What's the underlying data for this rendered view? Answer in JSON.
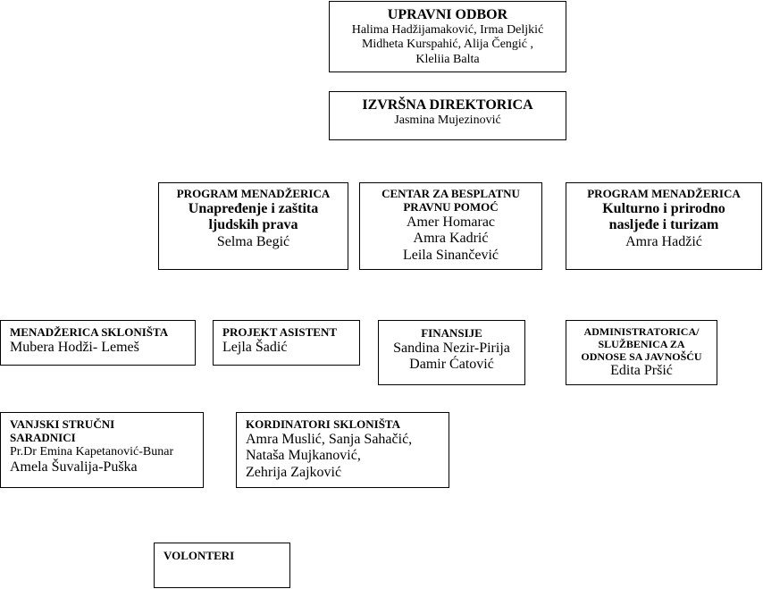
{
  "upravni_odbor": {
    "title": "UPRAVNI ODBOR",
    "lines": [
      "Halima Hadžijamaković, Irma Deljkić",
      "Midheta Kurspahić, Alija Čengić ,",
      "Kleliia Balta"
    ]
  },
  "izvrsna_direktorica": {
    "title": "IZVRŠNA DIREKTORICA",
    "lines": [
      "Jasmina Mujezinović"
    ]
  },
  "program_menadzerica_1": {
    "role": "PROGRAM MENADŽERICA",
    "program": [
      "Unapređenje i zaštita",
      "ljudskih prava"
    ],
    "name": "Selma Begić"
  },
  "centar": {
    "title": [
      "CENTAR ZA BESPLATNU",
      "PRAVNU POMOĆ"
    ],
    "lines": [
      "Amer Homarac",
      "Amra Kadrić",
      "Leila Sinančević"
    ]
  },
  "program_menadzerica_2": {
    "role": "PROGRAM MENADŽERICA",
    "program": [
      "Kulturno i prirodno",
      "nasljeđe i turizam"
    ],
    "name": "Amra Hadžić"
  },
  "menadzerica_sklonista": {
    "title": "MENADŽERICA SKLONIŠTA",
    "name": "Mubera Hodži- Lemeš"
  },
  "projekt_asistent": {
    "title": "PROJEKT ASISTENT",
    "name": "Lejla Šadić"
  },
  "finansije": {
    "title": "FINANSIJE",
    "lines": [
      "Sandina Nezir-Pirija",
      "Damir Ćatović"
    ]
  },
  "administratorica": {
    "title": [
      "ADMINISTRATORICA/",
      "SLUŽBENICA ZA",
      "ODNOSE SA JAVNOŠĆU"
    ],
    "name": "Edita Pršić"
  },
  "vanjski": {
    "title": [
      "VANJSKI STRUČNI",
      "SARADNICI"
    ],
    "lines": [
      "Pr.Dr Emina Kapetanović-Bunar",
      "Amela Šuvalija-Puška"
    ]
  },
  "kordinatori": {
    "title": "KORDINATORI SKLONIŠTA",
    "lines": [
      "Amra Muslić, Sanja Sahačić,",
      "Nataša Mujkanović,",
      "Zehrija Zajković"
    ]
  },
  "volonteri": {
    "title": "VOLONTERI"
  }
}
